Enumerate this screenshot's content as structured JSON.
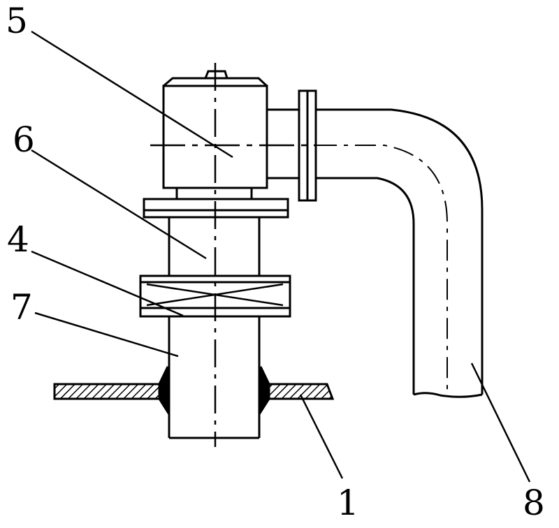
{
  "figure": {
    "labels": {
      "l5": "5",
      "l6": "6",
      "l4": "4",
      "l7": "7",
      "l1": "1",
      "l8": "8"
    },
    "stroke_color": "#000000",
    "background_color": "#ffffff"
  }
}
